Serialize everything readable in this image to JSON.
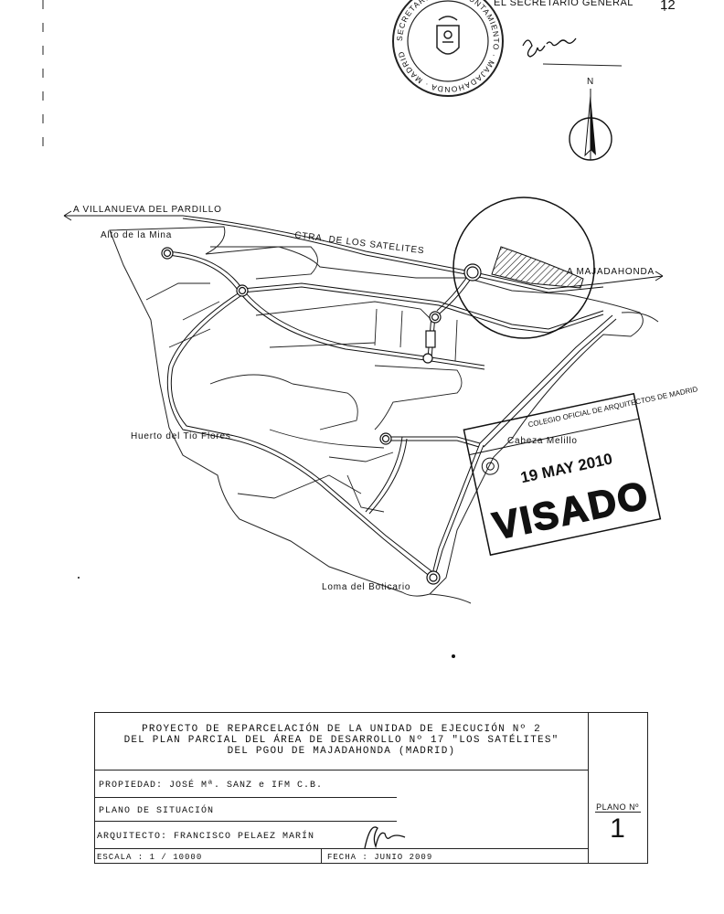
{
  "header": {
    "secretario": "EL SECRETARIO GENERAL",
    "page_number": "12",
    "municipal_seal_text": "SECRETARIA DEL AYUNTAMIENTO · MAJADAHONDA · MADRID",
    "signature": "Ayo de"
  },
  "north_arrow": {
    "label": "N"
  },
  "map": {
    "labels": {
      "road_villanueva": "A VILLANUEVA DEL PARDILLO",
      "road_majadahonda": "A MAJADAHONDA",
      "road_satelites": "CTRA. DE LOS SATELITES",
      "alto_mina": "Alto de la Mina",
      "huerto": "Huerto del Tio Flores",
      "cabeza": "Cabeza Melillo",
      "loma": "Loma del Boticario"
    }
  },
  "visado_stamp": {
    "colegio": "COLEGIO OFICIAL DE ARQUITECTOS DE MADRID",
    "date": "19 MAY 2010",
    "visado": "VISADO"
  },
  "cartouche": {
    "title_lines": [
      "PROYECTO DE REPARCELACIÓN DE LA UNIDAD DE EJECUCIÓN Nº 2",
      "DEL PLAN PARCIAL DEL ÁREA DE DESARROLLO Nº 17 \"LOS SATÉLITES\"",
      "DEL PGOU DE MAJADAHONDA (MADRID)"
    ],
    "propiedad": "PROPIEDAD: JOSÉ Mª. SANZ e IFM C.B.",
    "plano": "PLANO DE SITUACIÓN",
    "arquitecto": "ARQUITECTO: FRANCISCO PELAEZ MARÍN",
    "escala": "ESCALA : 1 / 10000",
    "fecha": "FECHA : JUNIO 2009",
    "plano_label": "PLANO Nº",
    "plano_number": "1"
  }
}
